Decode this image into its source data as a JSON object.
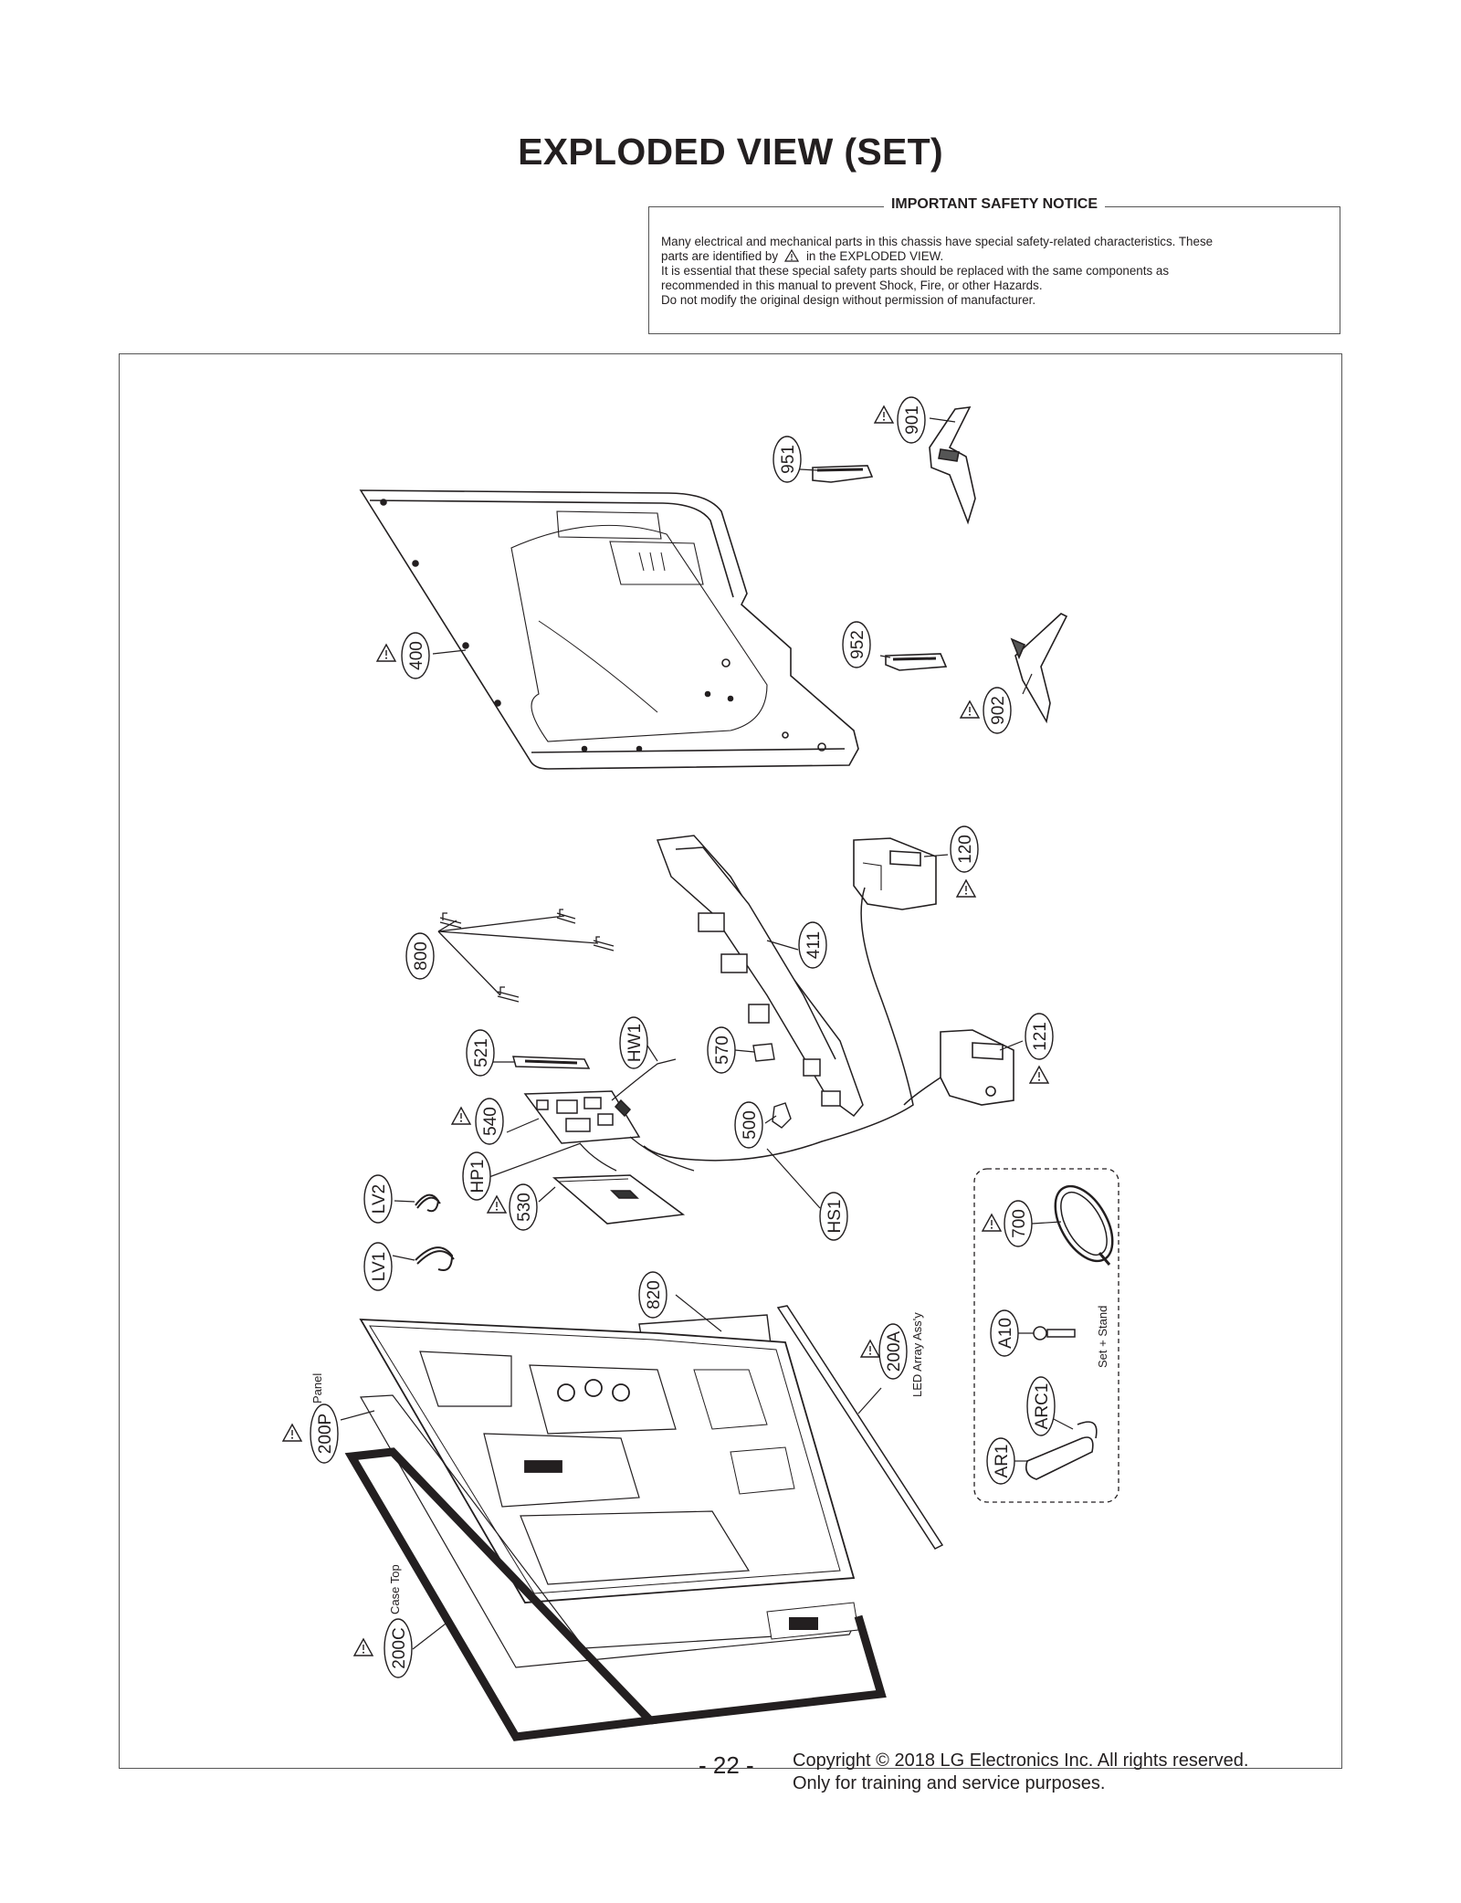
{
  "page": {
    "title": "EXPLODED VIEW (SET)"
  },
  "notice": {
    "heading": "IMPORTANT SAFETY NOTICE",
    "line1": "Many electrical and mechanical parts in this chassis have special safety-related characteristics. These",
    "line2_pre": "parts are identified by",
    "line2_post": "in the EXPLODED VIEW.",
    "line3": "It is essential that these special safety parts should be replaced with the same components as",
    "line4": "recommended in this manual to prevent Shock, Fire, or other Hazards.",
    "line5": "Do not modify the original design without permission of manufacturer."
  },
  "parts": {
    "p901": "901",
    "p951": "951",
    "p400": "400",
    "p952": "952",
    "p902": "902",
    "p120": "120",
    "p411": "411",
    "p800": "800",
    "p121": "121",
    "p521": "521",
    "pHW1": "HW1",
    "p570": "570",
    "p540": "540",
    "p500": "500",
    "pHP1": "HP1",
    "pLV2": "LV2",
    "p530": "530",
    "pHS1": "HS1",
    "p700": "700",
    "pLV1": "LV1",
    "p820": "820",
    "p200A": "200A",
    "pA10": "A10",
    "pARC1": "ARC1",
    "pAR1": "AR1",
    "p200P": "200P",
    "p200C": "200C"
  },
  "captions": {
    "panel": "Panel",
    "led_array": "LED Array Ass'y",
    "set_stand": "Set + Stand",
    "case_top": "Case Top"
  },
  "footer": {
    "page_number": "- 22 -",
    "copyright": "Copyright © 2018 LG Electronics Inc. All rights reserved.",
    "training": "Only for training and service purposes."
  }
}
